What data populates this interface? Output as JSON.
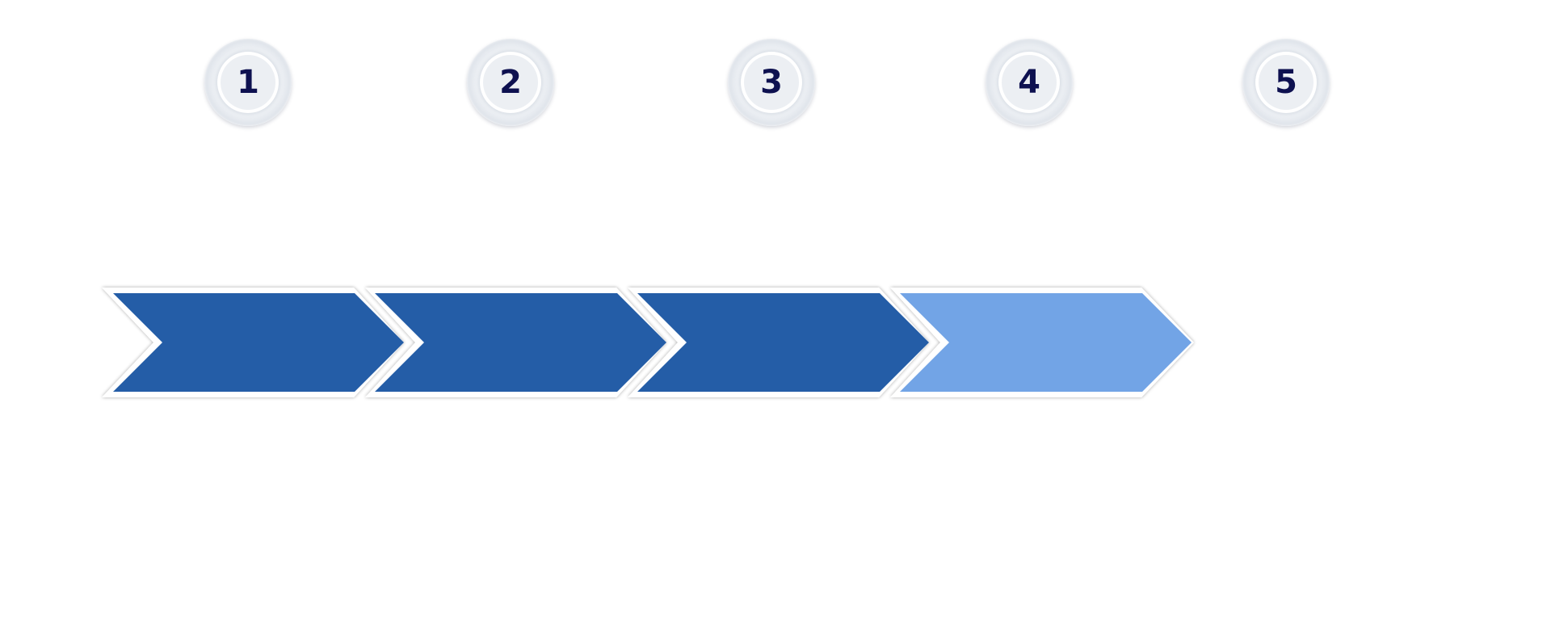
{
  "steps": [
    {
      "number": "1"
    },
    {
      "number": "2"
    },
    {
      "number": "3"
    },
    {
      "number": "4"
    },
    {
      "number": "5"
    }
  ],
  "chevrons": [
    {
      "color": "#245da7",
      "state": "complete"
    },
    {
      "color": "#245da7",
      "state": "complete"
    },
    {
      "color": "#245da7",
      "state": "complete"
    },
    {
      "color": "#72a4e6",
      "state": "current"
    }
  ],
  "colors": {
    "badge_text": "#0e1150",
    "badge_face": "#eceff3",
    "complete": "#245da7",
    "current": "#72a4e6"
  }
}
